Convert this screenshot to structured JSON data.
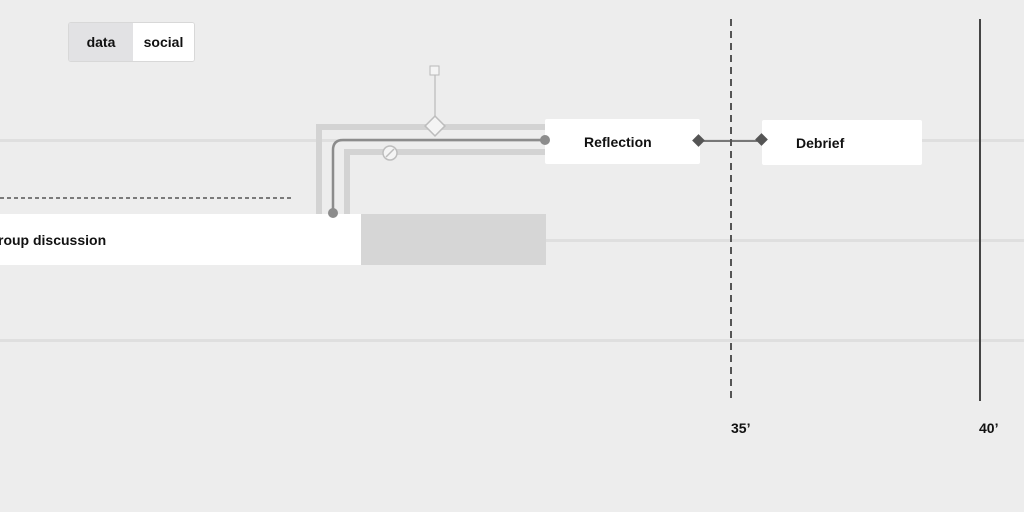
{
  "toggle": {
    "active": "data",
    "inactive": "social"
  },
  "activities": {
    "reflection": "Reflection",
    "debrief": "Debrief",
    "group": "roup discussion"
  },
  "timeline": {
    "marker_35": "35’",
    "marker_40": "40’"
  },
  "icons": {
    "anchor": "small-square-icon",
    "split": "diamond-icon",
    "blocked": "no-entry-icon",
    "connector_start": "dot-icon",
    "connector_end": "diamond-handle-icon"
  },
  "colors": {
    "background": "#ededed",
    "card": "#ffffff",
    "ghost": "#d6d6d6",
    "connector": "#8c8c8c",
    "marker": "#444444"
  }
}
